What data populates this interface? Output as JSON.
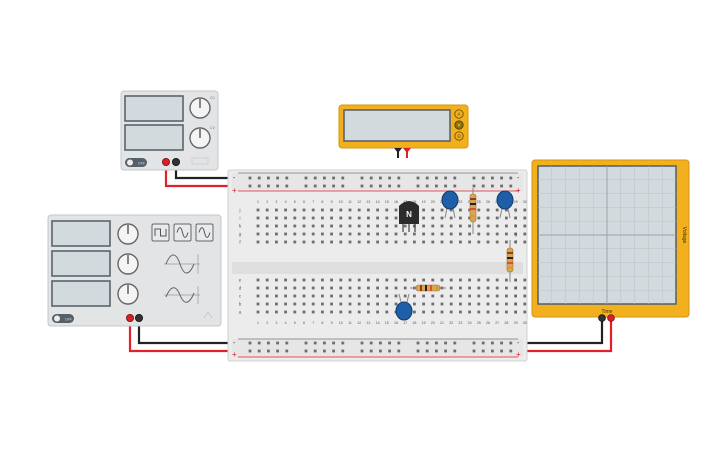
{
  "dc_supply": {
    "knob_labels": [
      "CC",
      "CV"
    ],
    "power_button_label": "OFF"
  },
  "multimeter": {
    "modes": [
      "A",
      "V",
      "Ω"
    ]
  },
  "function_generator": {
    "waveforms": [
      "square",
      "sine",
      "triangle"
    ],
    "power_button_label": "OFF"
  },
  "breadboard": {
    "row_letters_top": [
      "j",
      "i",
      "h",
      "g",
      "f"
    ],
    "row_letters_bottom": [
      "e",
      "d",
      "c",
      "b",
      "a"
    ],
    "column_numbers": [
      "1",
      "2",
      "3",
      "4",
      "5",
      "6",
      "7",
      "8",
      "9",
      "10",
      "11",
      "12",
      "13",
      "14",
      "15",
      "16",
      "17",
      "18",
      "19",
      "20",
      "21",
      "22",
      "23",
      "24",
      "25",
      "26",
      "27",
      "28",
      "29",
      "30"
    ],
    "rail_plus": "+",
    "rail_minus": "-"
  },
  "transistor": {
    "label": "N"
  },
  "oscilloscope": {
    "x_axis_label": "Time",
    "y_axis_label": "Voltage"
  },
  "colors": {
    "wire_red": "#e0202a",
    "wire_black": "#222222",
    "wire_green": "#2db53c",
    "wire_orange": "#f0a020",
    "instrument_yellow": "#f2b01f",
    "instrument_grey": "#e2e4e6",
    "capacitor_blue": "#1f5fa8",
    "breadboard": "#ececec"
  }
}
